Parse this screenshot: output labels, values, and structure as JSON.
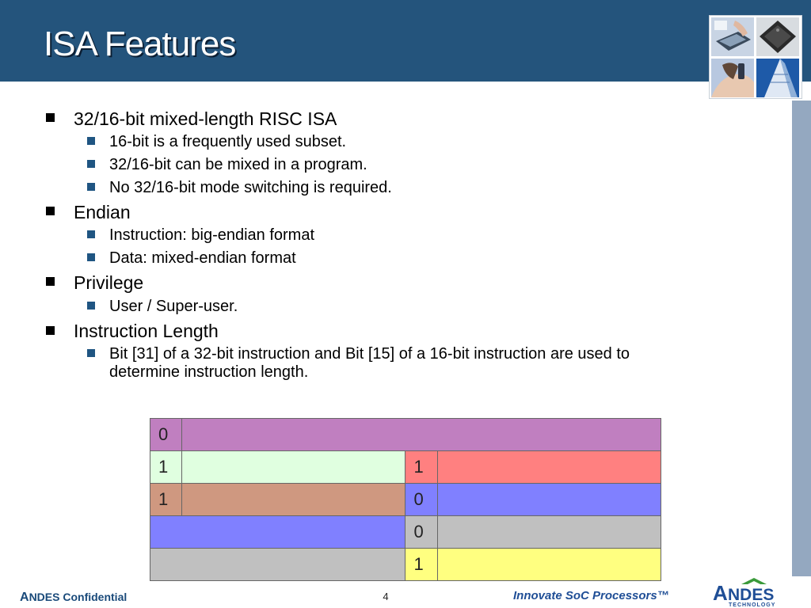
{
  "slide": {
    "title": "ISA Features",
    "bullets": [
      {
        "text": "32/16-bit mixed-length RISC ISA",
        "sub": [
          "16-bit is a frequently used subset.",
          "32/16-bit can be mixed in a program.",
          "No 32/16-bit mode switching is required."
        ]
      },
      {
        "text": "Endian",
        "sub": [
          "Instruction: big-endian format",
          "Data: mixed-endian format"
        ]
      },
      {
        "text": "Privilege",
        "sub": [
          "User / Super-user."
        ]
      },
      {
        "text": "Instruction Length",
        "sub": [
          "Bit [31] of a 32-bit instruction and Bit [15] of a 16-bit instruction are used to",
          "determine instruction length."
        ]
      }
    ]
  },
  "bit_table": {
    "rows": [
      [
        {
          "text": "0",
          "color": "#c07fc0"
        },
        {
          "text": "",
          "color": "#c07fc0"
        }
      ],
      [
        {
          "text": "1",
          "color": "#e0ffe0"
        },
        {
          "text": "",
          "color": "#e0ffe0"
        },
        {
          "text": "1",
          "color": "#ff8080"
        },
        {
          "text": "",
          "color": "#ff8080"
        }
      ],
      [
        {
          "text": "1",
          "color": "#cf9880"
        },
        {
          "text": "",
          "color": "#cf9880"
        },
        {
          "text": "0",
          "color": "#8080ff"
        },
        {
          "text": "",
          "color": "#8080ff"
        }
      ],
      [
        {
          "text": "",
          "color": "#8080ff"
        },
        {
          "text": "0",
          "color": "#c0c0c0"
        },
        {
          "text": "",
          "color": "#c0c0c0"
        }
      ],
      [
        {
          "text": "",
          "color": "#c0c0c0"
        },
        {
          "text": "1",
          "color": "#ffff80"
        },
        {
          "text": "",
          "color": "#ffff80"
        }
      ]
    ]
  },
  "footer": {
    "brand_cap": "A",
    "brand_rest": "NDES",
    "confidential": "Confidential",
    "page": "4",
    "tagline": "Innovate SoC Processors™",
    "logo_text": "NDES",
    "logo_cap": "A",
    "logo_sub": "TECHNOLOGY"
  },
  "colors": {
    "header": "#24547c",
    "accent_bullet": "#1f5582",
    "side_bar": "#94a8c0"
  },
  "icons": [
    "laptop-photo-icon",
    "chip-photo-icon",
    "phone-photo-icon",
    "building-photo-icon"
  ]
}
